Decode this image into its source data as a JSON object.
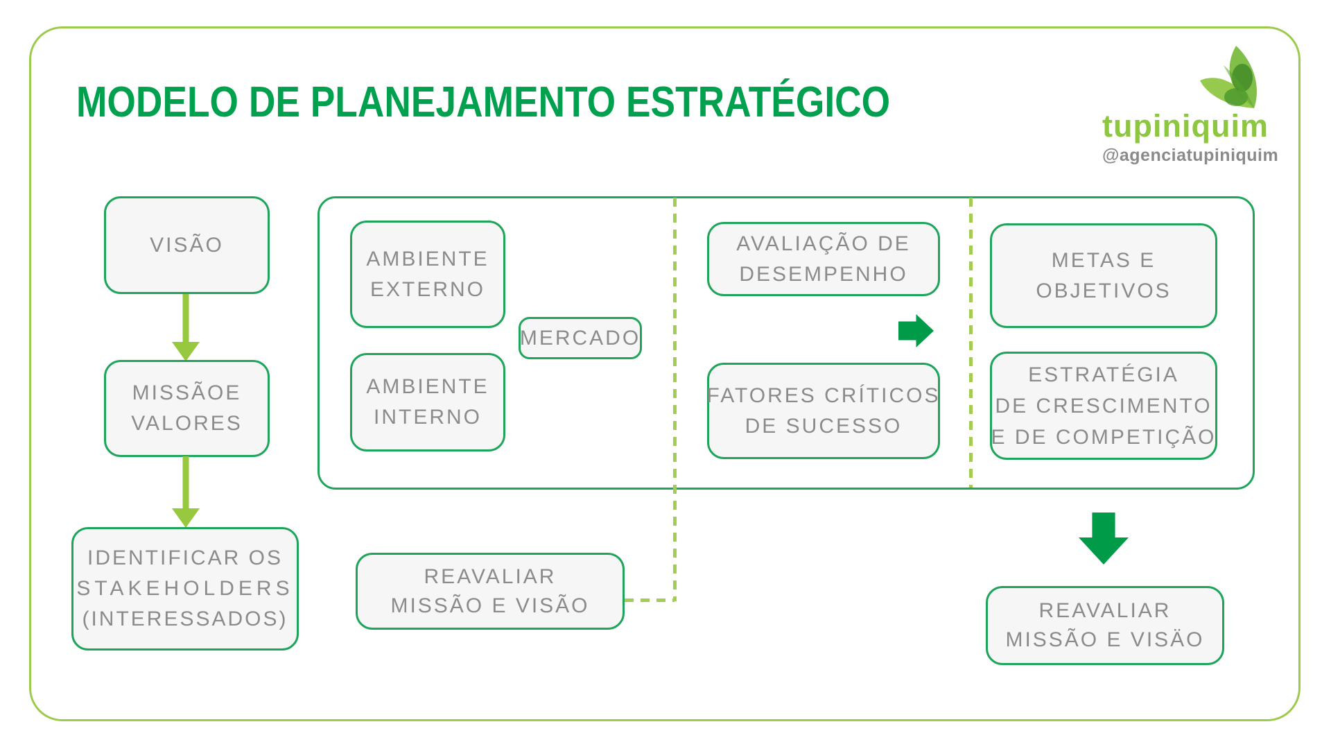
{
  "page": {
    "title": "MODELO DE PLANEJAMENTO ESTRATÉGICO"
  },
  "logo": {
    "brand": "tupiniquim",
    "handle": "@agenciatupiniquim"
  },
  "colors": {
    "title_green": "#00A14E",
    "node_border_green": "#1FA55B",
    "block_arrow_green": "#009B48",
    "lime_arrow_green": "#97C83E",
    "dashed_line_lime": "#A3CC52",
    "outer_frame_lime": "#9CCB4C",
    "node_text_gray": "#8B8B8B",
    "node_fill": "#F5F6F5",
    "brand_green": "#8DC63F",
    "handle_gray": "#8A8A8A"
  },
  "nodes": {
    "vision": {
      "lines": [
        "VISÃO"
      ]
    },
    "mission_values": {
      "lines": [
        "MISSÃOE",
        "VALORES"
      ]
    },
    "stakeholders": {
      "lines": [
        "IDENTIFICAR OS",
        "STAKEHOLDERS",
        "(INTERESSADOS)"
      ]
    },
    "external_environment": {
      "lines": [
        "AMBIENTE",
        "EXTERNO"
      ]
    },
    "internal_environment": {
      "lines": [
        "AMBIENTE",
        "INTERNO"
      ]
    },
    "market": {
      "lines": [
        "MERCADO"
      ]
    },
    "performance_evaluation": {
      "lines": [
        "AVALIAÇÃO DE",
        "DESEMPENHO"
      ]
    },
    "critical_success_factors": {
      "lines": [
        "FATORES CRÍTICOS",
        "DE SUCESSO"
      ]
    },
    "goals_objectives": {
      "lines": [
        "METAS E",
        "OBJETIVOS"
      ]
    },
    "growth_strategy": {
      "lines": [
        "ESTRATÉGIA",
        "DE CRESCIMENTO",
        "E DE COMPETIÇÃO"
      ]
    },
    "reassess_mission_vision_left": {
      "lines": [
        "REAVALIAR",
        "MISSÃO E VISÃO"
      ]
    },
    "reassess_mission_vision_right": {
      "lines": [
        "REAVALIAR",
        "MISSÃO E VISÄO"
      ]
    }
  }
}
